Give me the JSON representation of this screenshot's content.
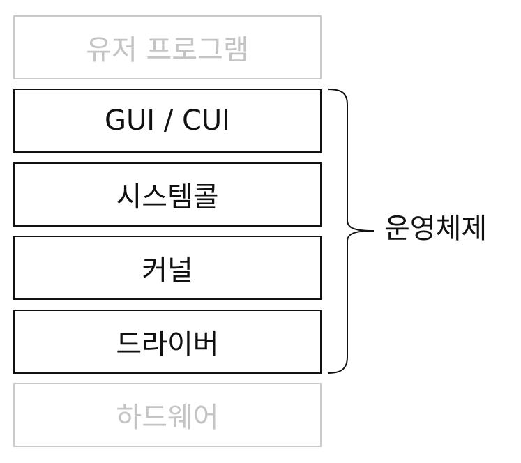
{
  "layers": [
    {
      "label": "유저 프로그램",
      "faded": true
    },
    {
      "label": "GUI / CUI",
      "faded": false
    },
    {
      "label": "시스템콜",
      "faded": false
    },
    {
      "label": "커널",
      "faded": false
    },
    {
      "label": "드라이버",
      "faded": false
    },
    {
      "label": "하드웨어",
      "faded": true
    }
  ],
  "brace": {
    "label": "운영체제",
    "spans_layers": [
      "GUI / CUI",
      "시스템콜",
      "커널",
      "드라이버"
    ]
  },
  "colors": {
    "active_border": "#111111",
    "active_text": "#111111",
    "faded_border": "#c9c9c9",
    "faded_text": "#c4c4c4"
  }
}
